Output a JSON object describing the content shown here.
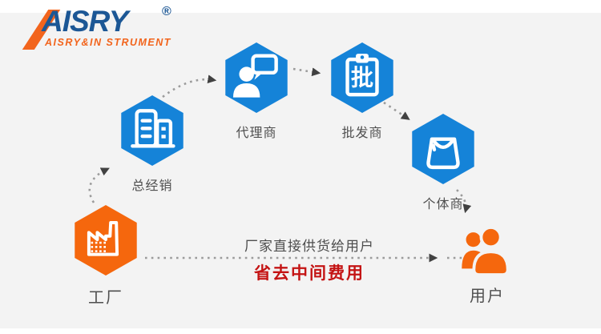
{
  "logo": {
    "brand": "AISRY",
    "registered_mark": "®",
    "subtitle": "AISRY&IN STRUMENT"
  },
  "nodes": [
    {
      "id": "factory",
      "label": "工厂",
      "icon": "factory-icon",
      "color": "#f5670d"
    },
    {
      "id": "distributor",
      "label": "总经销",
      "icon": "buildings-icon",
      "color": "#1583d8"
    },
    {
      "id": "agent",
      "label": "代理商",
      "icon": "person-chat-icon",
      "color": "#1583d8"
    },
    {
      "id": "wholesaler",
      "label": "批发商",
      "icon": "clipboard-icon",
      "color": "#1583d8",
      "glyph": "批"
    },
    {
      "id": "retailer",
      "label": "个体商",
      "icon": "shopping-bag-icon",
      "color": "#1583d8"
    },
    {
      "id": "user",
      "label": "用户",
      "icon": "users-icon",
      "color": "#f5670d"
    }
  ],
  "flow_edges": [
    {
      "from": "工厂",
      "to": "总经销"
    },
    {
      "from": "总经销",
      "to": "代理商"
    },
    {
      "from": "代理商",
      "to": "批发商"
    },
    {
      "from": "批发商",
      "to": "个体商"
    },
    {
      "from": "个体商",
      "to": "用户"
    },
    {
      "from": "工厂",
      "to": "用户"
    }
  ],
  "direct_channel": {
    "caption": "厂家直接供货给用户",
    "highlight": "省去中间费用"
  },
  "colors": {
    "hex_blue": "#1583d8",
    "orange": "#f5670d",
    "red": "#c41414",
    "label": "#4f4f4f",
    "logo_navy": "#1c5795",
    "logo_orange": "#f2641c",
    "card_bg": "#f3f3f3",
    "dot_gray": "#9b9b9b",
    "arrow_gray": "#414141"
  }
}
